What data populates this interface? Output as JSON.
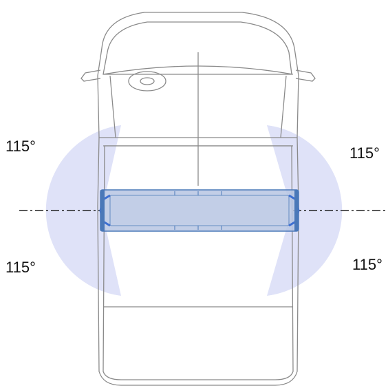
{
  "angles": {
    "top_left": "115°",
    "bottom_left": "115°",
    "top_right": "115°",
    "bottom_right": "115°"
  },
  "colors": {
    "coverage_fill": "#dfe2f8",
    "bar_fill": "#b7c6e3",
    "bar_stroke": "#4a78b8",
    "bar_accent": "#3d6fd1",
    "vehicle_outline": "#8a8a8a",
    "axis_line": "#222222",
    "text": "#111111"
  }
}
